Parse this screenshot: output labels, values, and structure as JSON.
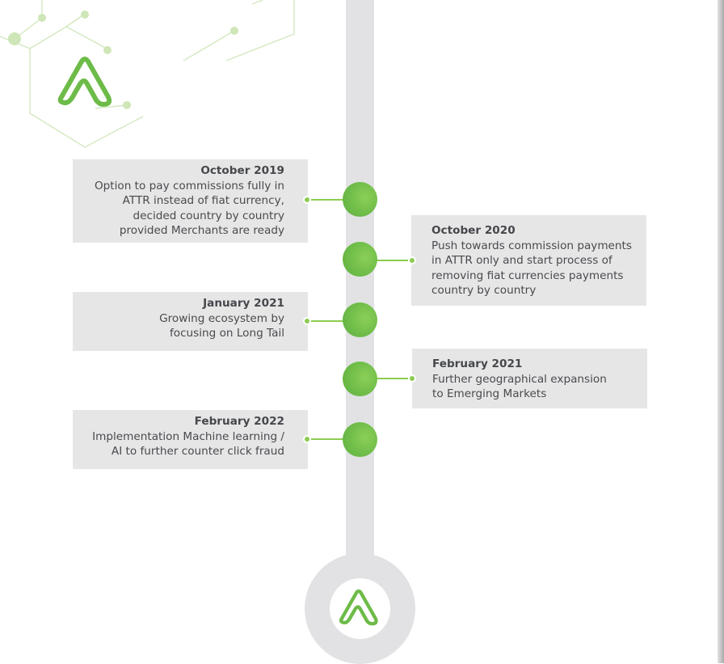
{
  "timeline": [
    {
      "date": "October 2019",
      "text": "Option to pay commissions fully in\nATTR instead of fiat currency,\ndecided country by country\nprovided Merchants are ready"
    },
    {
      "date": "October 2020",
      "text": "Push towards commission payments\nin ATTR only and start process of\nremoving fiat currencies payments\ncountry by country"
    },
    {
      "date": "January 2021",
      "text": "Growing ecosystem by\nfocusing on Long Tail"
    },
    {
      "date": "February  2021",
      "text": "Further geographical expansion\nto Emerging Markets"
    },
    {
      "date": "February  2022",
      "text": "Implementation Machine learning /\nAI to further counter click fraud"
    }
  ],
  "colors": {
    "accent": "#6dbb48",
    "connector": "#8ccc50",
    "card": "#e6e6e7",
    "spine": "#e2e2e4"
  },
  "icons": {
    "brand": "attrace-logo-icon"
  }
}
